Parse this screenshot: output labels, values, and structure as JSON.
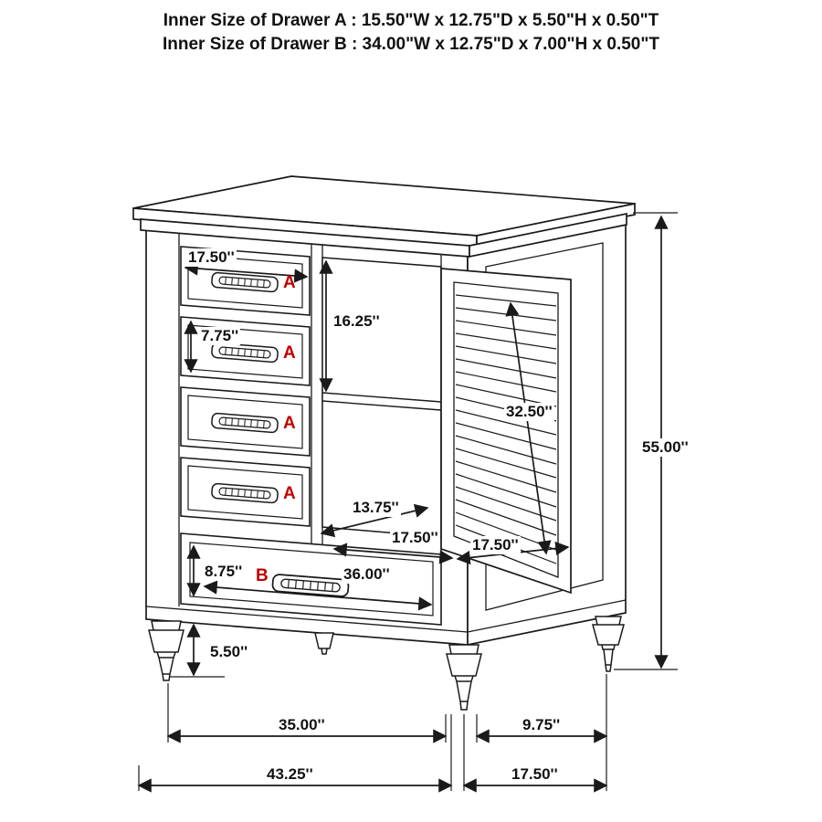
{
  "title": {
    "line1": "Inner Size of Drawer A : 15.50\"W x 12.75\"D x 5.50\"H x 0.50\"T",
    "line2": "Inner Size of Drawer B : 34.00\"W x 12.75\"D x 7.00\"H x 0.50\"T"
  },
  "labels": {
    "drawer_a": "A",
    "drawer_b": "B"
  },
  "dimensions": {
    "drawer_a_width": "17.50''",
    "upper_section_height": "16.25''",
    "drawer_a_height": "7.75''",
    "door_panel_height": "32.50''",
    "overall_height": "55.00''",
    "interior_depth": "13.75''",
    "interior_width": "17.50''",
    "door_width": "17.50''",
    "drawer_b_height": "8.75''",
    "drawer_b_width": "36.00''",
    "leg_height": "5.50''",
    "front_width": "35.00''",
    "side_offset": "9.75''",
    "overall_width": "43.25''",
    "overall_depth": "17.50''"
  },
  "colors": {
    "line": "#1a1a1a",
    "accent_red": "#c00000",
    "background": "#ffffff"
  }
}
